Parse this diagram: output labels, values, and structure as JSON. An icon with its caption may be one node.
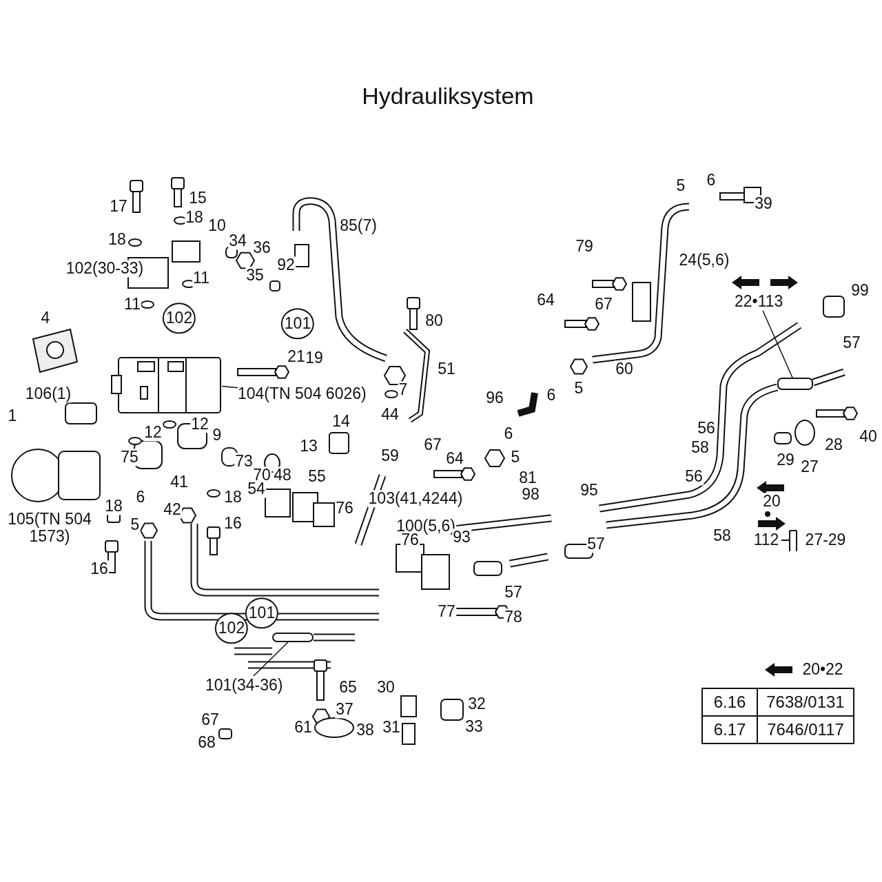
{
  "diagram": {
    "title": "Hydrauliksystem",
    "nodes": [
      {
        "text": [
          "104(TN 504 6026)"
        ]
      },
      {
        "text": [],
        "shape": "picture"
      },
      {
        "text": [
          "101(34-36)"
        ]
      },
      {
        "text": [],
        "shape": "bar"
      },
      {
        "text": [
          "22•113"
        ]
      },
      {
        "text": [],
        "shape": "bar"
      }
    ],
    "edges": [
      {
        "from": 0,
        "to": 1,
        "arrow": "none"
      },
      {
        "from": 2,
        "to": 3,
        "arrow": "none"
      },
      {
        "from": 4,
        "to": 5,
        "arrow": "none"
      }
    ],
    "labels": [
      "5",
      "6",
      "17",
      "15",
      "39",
      "18",
      "18",
      "10",
      "85(7)",
      "34",
      "36",
      "79",
      "24(5,6)",
      "102(30-33)",
      "11",
      "35",
      "92",
      "99",
      "64",
      "67",
      "11",
      "102",
      "4",
      "80",
      "101",
      "57",
      "21",
      "19",
      "51",
      "60",
      "106(1)",
      "7",
      "96",
      "6",
      "5",
      "1",
      "12",
      "44",
      "14",
      "56",
      "12",
      "9",
      "6",
      "28",
      "40",
      "13",
      "58",
      "59",
      "67",
      "64",
      "75",
      "5",
      "73",
      "29",
      "27",
      "70",
      "48",
      "55",
      "56",
      "81",
      "41",
      "54",
      "95",
      "98",
      "6",
      "18",
      "103(41,4244)",
      "18",
      "76",
      "42",
      "20",
      "16",
      "5",
      "100(5,6)",
      "105(TN 504 1573)",
      "58",
      "57",
      "76",
      "93",
      "112",
      "27-29",
      "16",
      "57",
      "77",
      "101",
      "78",
      "102",
      "20•22",
      "65",
      "30",
      "6.16",
      "7638/0131",
      "32",
      "67",
      "37",
      "33",
      "61",
      "38",
      "31",
      "6.17",
      "7646/0117",
      "68"
    ]
  }
}
